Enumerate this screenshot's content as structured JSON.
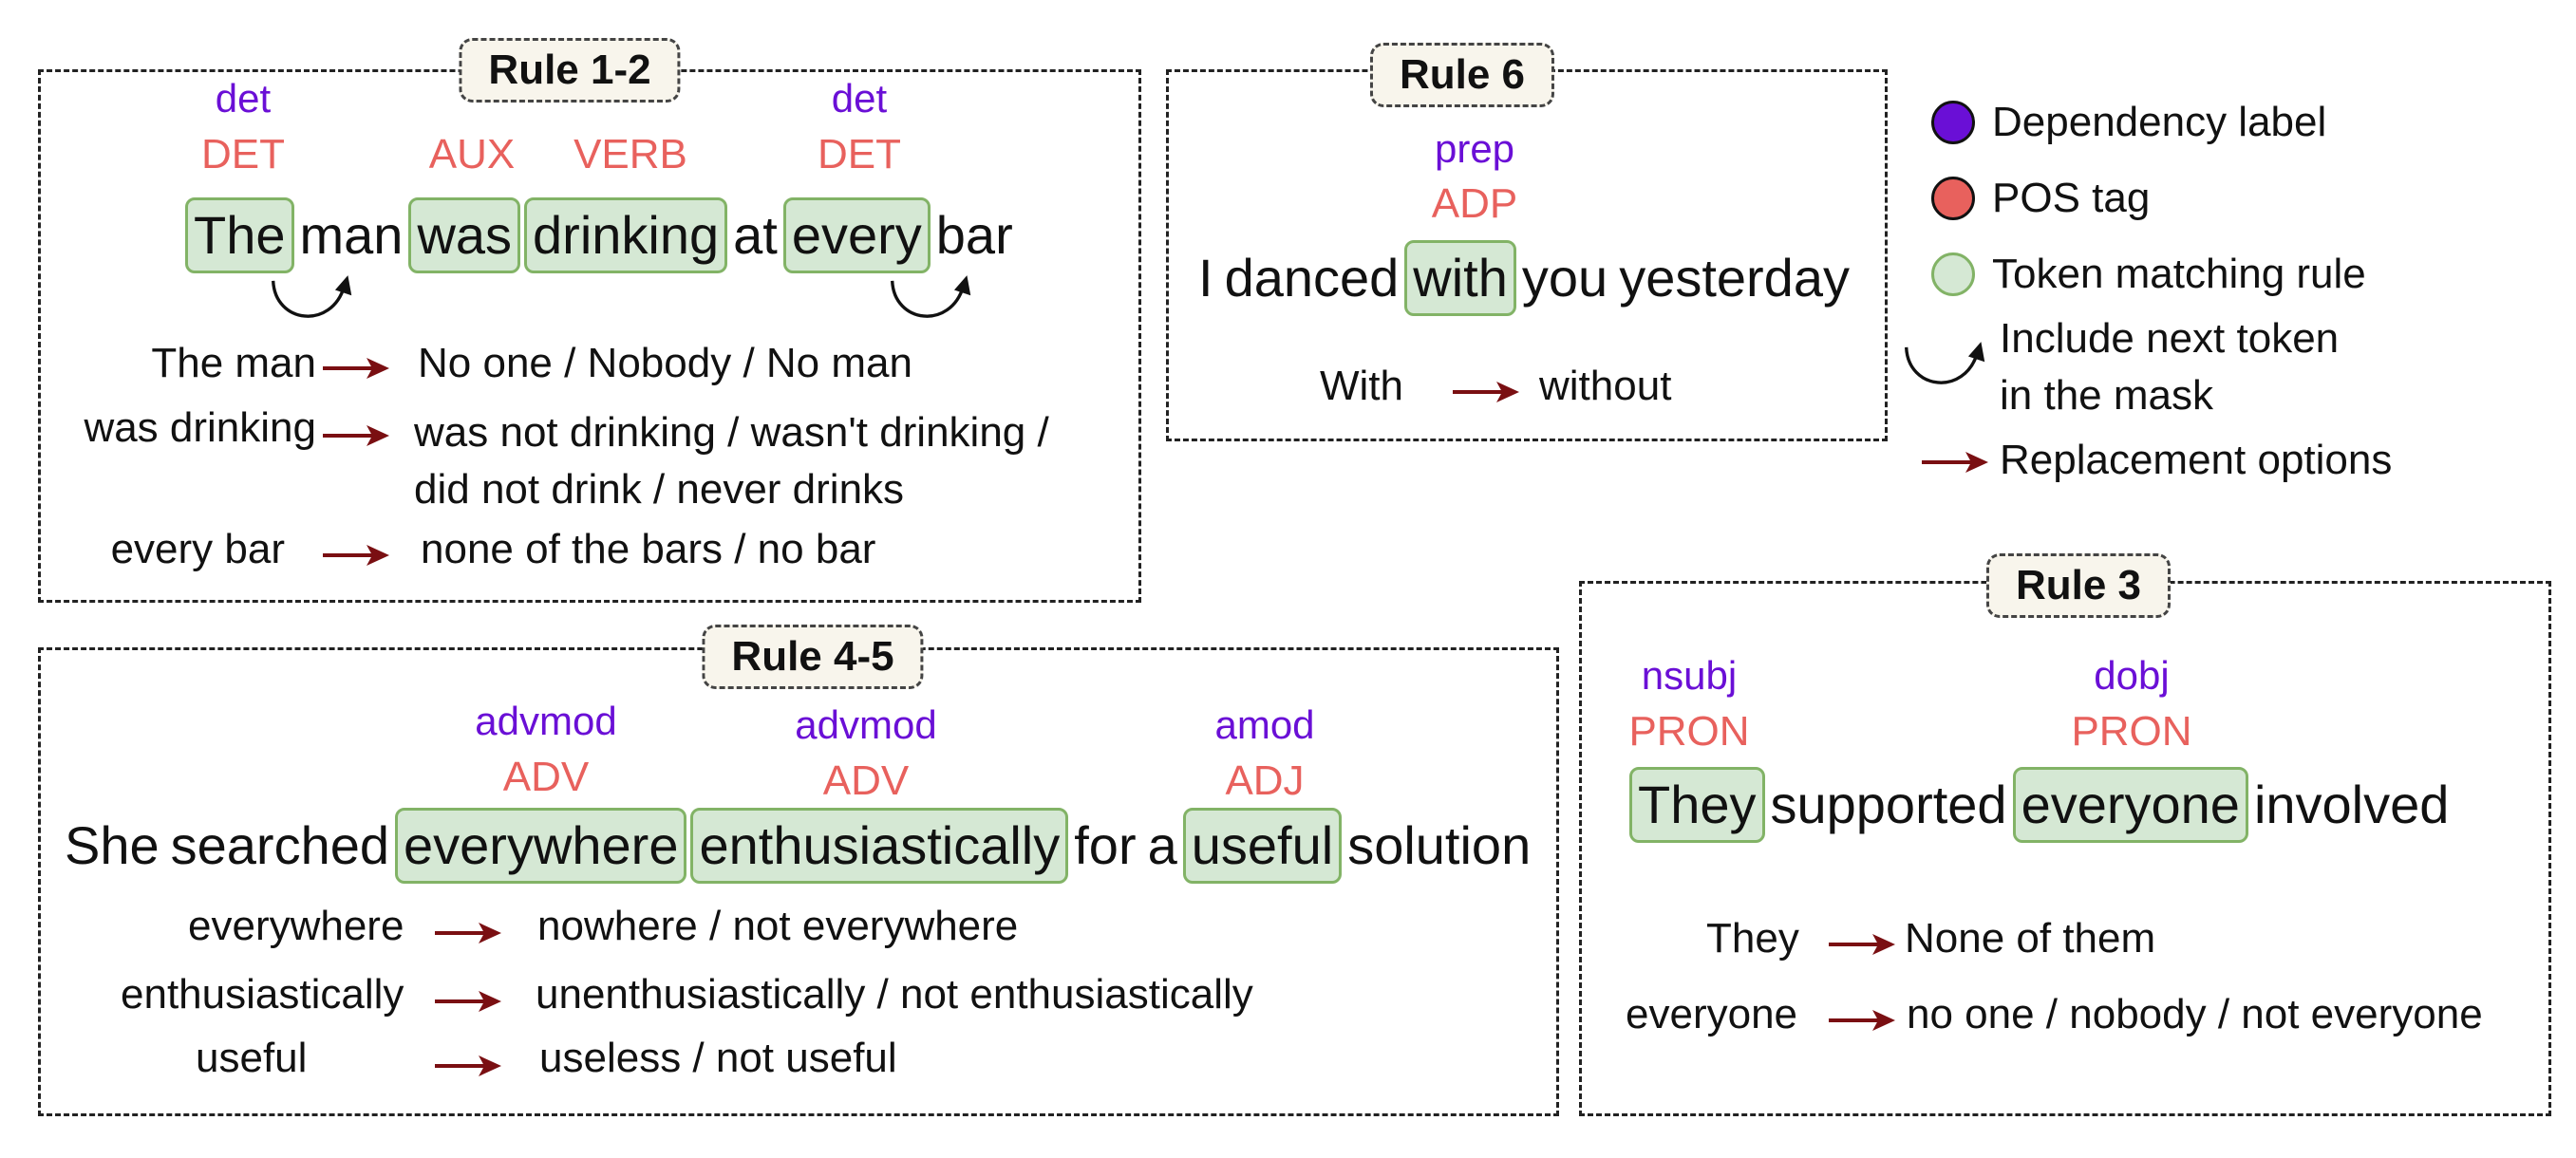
{
  "colors": {
    "dependency": "#6a0fd6",
    "pos": "#e8615d",
    "match_fill": "#d5e8d4",
    "match_border": "#82b366",
    "arrow": "#7a0f12"
  },
  "rule12": {
    "title": "Rule 1-2",
    "labels": {
      "dep1": "det",
      "pos1": "DET",
      "pos2": "AUX",
      "pos3": "VERB",
      "dep2": "det",
      "pos4": "DET"
    },
    "tokens": [
      "The",
      "man",
      "was",
      "drinking",
      "at",
      "every",
      "bar"
    ],
    "replacements": [
      {
        "src": "The man",
        "dst": "No one / Nobody / No man"
      },
      {
        "src": "was drinking",
        "dst": "was not drinking / wasn't drinking /",
        "dst2": "did not drink / never drinks"
      },
      {
        "src": "every bar",
        "dst": "none of the bars / no bar"
      }
    ]
  },
  "rule6": {
    "title": "Rule 6",
    "labels": {
      "dep1": "prep",
      "pos1": "ADP"
    },
    "tokens": [
      "I",
      "danced",
      "with",
      "you",
      "yesterday"
    ],
    "replacements": [
      {
        "src": "With",
        "dst": "without"
      }
    ]
  },
  "legend": {
    "dependency": "Dependency label",
    "pos": "POS tag",
    "match": "Token matching rule",
    "include1": "Include next token",
    "include2": "in the mask",
    "replace": "Replacement options"
  },
  "rule45": {
    "title": "Rule 4-5",
    "labels": {
      "dep1": "advmod",
      "pos1": "ADV",
      "dep2": "advmod",
      "pos2": "ADV",
      "dep3": "amod",
      "pos3": "ADJ"
    },
    "tokens": [
      "She",
      "searched",
      "everywhere",
      "enthusiastically",
      "for",
      "a",
      "useful",
      "solution"
    ],
    "replacements": [
      {
        "src": "everywhere",
        "dst": "nowhere / not everywhere"
      },
      {
        "src": "enthusiastically",
        "dst": "unenthusiastically / not enthusiastically"
      },
      {
        "src": "useful",
        "dst": "useless / not useful"
      }
    ]
  },
  "rule3": {
    "title": "Rule 3",
    "labels": {
      "dep1": "nsubj",
      "pos1": "PRON",
      "dep2": "dobj",
      "pos2": "PRON"
    },
    "tokens": [
      "They",
      "supported",
      "everyone",
      "involved"
    ],
    "replacements": [
      {
        "src": "They",
        "dst": "None of them"
      },
      {
        "src": "everyone",
        "dst": "no one / nobody / not everyone"
      }
    ]
  }
}
